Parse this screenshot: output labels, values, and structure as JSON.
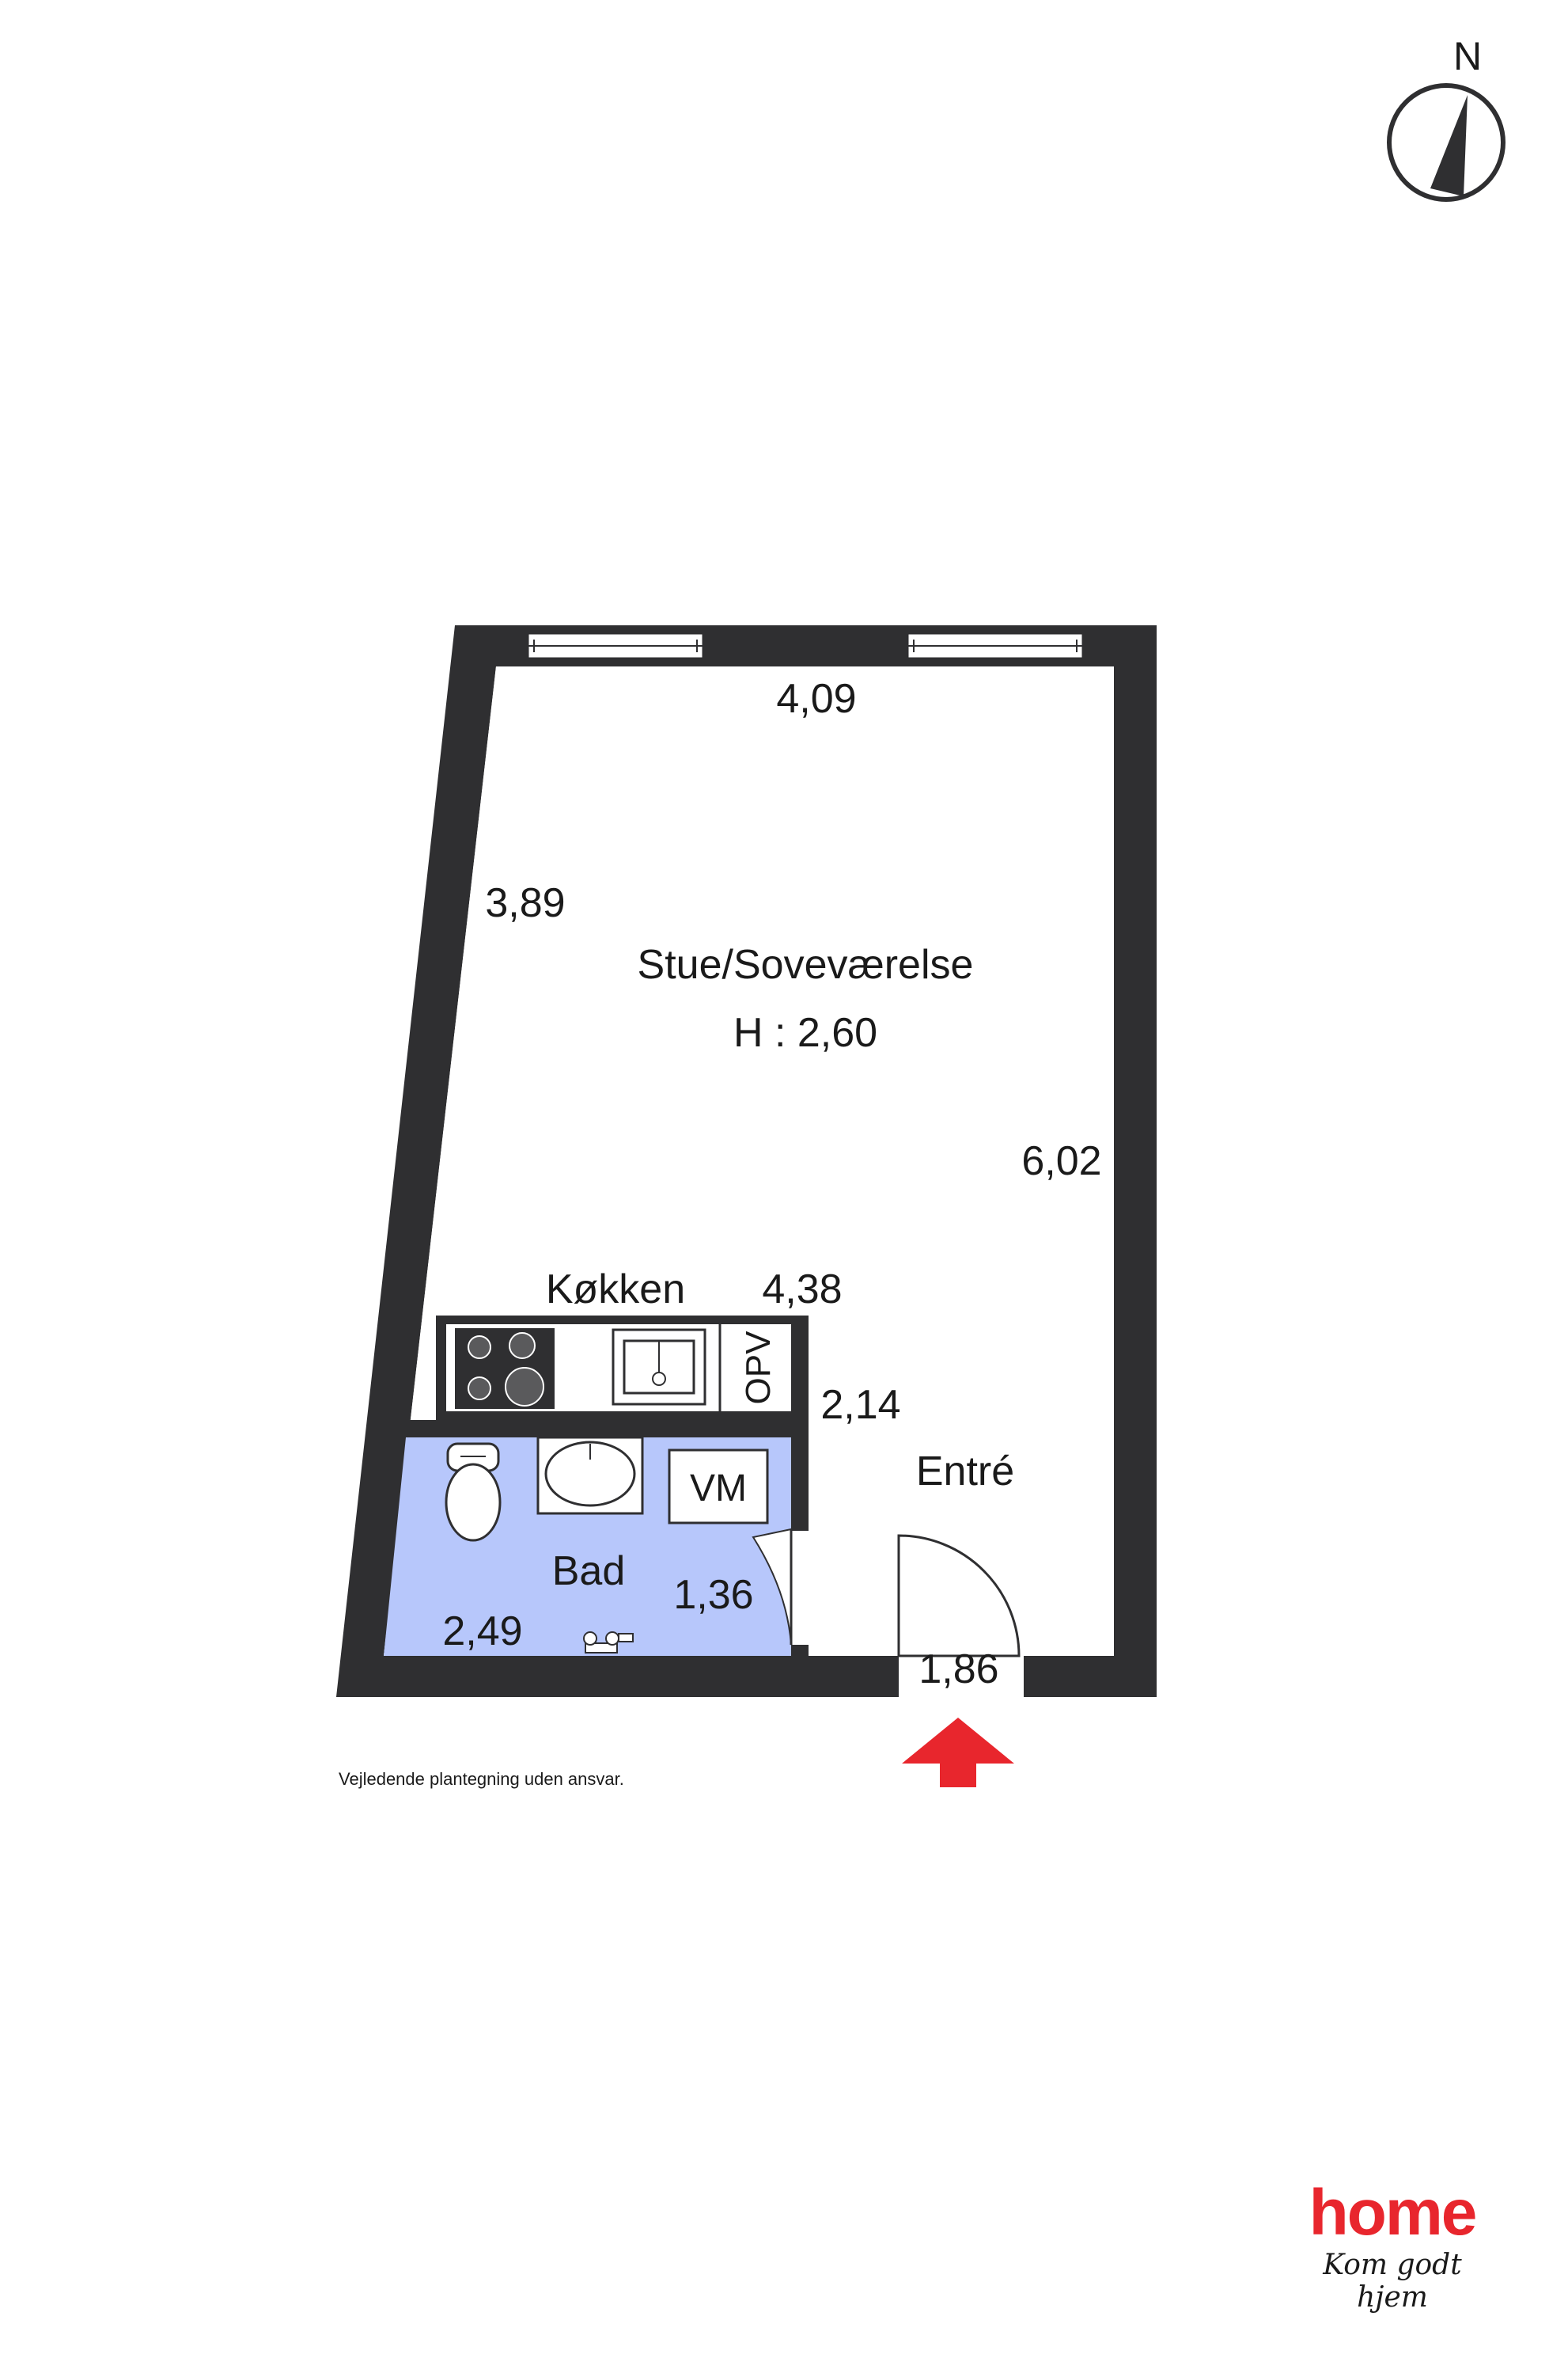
{
  "compass": {
    "label": "N"
  },
  "rooms": {
    "living": {
      "name": "Stue/Soveværelse",
      "height": "H : 2,60"
    },
    "kitchen": {
      "name": "Køkken"
    },
    "entry": {
      "name": "Entré"
    },
    "bath": {
      "name": "Bad"
    }
  },
  "fixtures": {
    "washer": "VM",
    "storage": "OPV"
  },
  "dimensions": {
    "top": "4,09",
    "left": "3,89",
    "right": "6,02",
    "kitchen_width": "4,38",
    "entry_width": "2,14",
    "bath_small": "1,36",
    "bath_width": "2,49",
    "door": "1,86"
  },
  "colors": {
    "wall": "#2f2f31",
    "bath": "#b7c7fb",
    "arrow": "#e8262d",
    "brand": "#e8262d"
  },
  "footer": {
    "disclaimer": "Vejledende plantegning uden ansvar."
  },
  "brand": {
    "name": "home",
    "tagline": "Kom godt hjem"
  }
}
